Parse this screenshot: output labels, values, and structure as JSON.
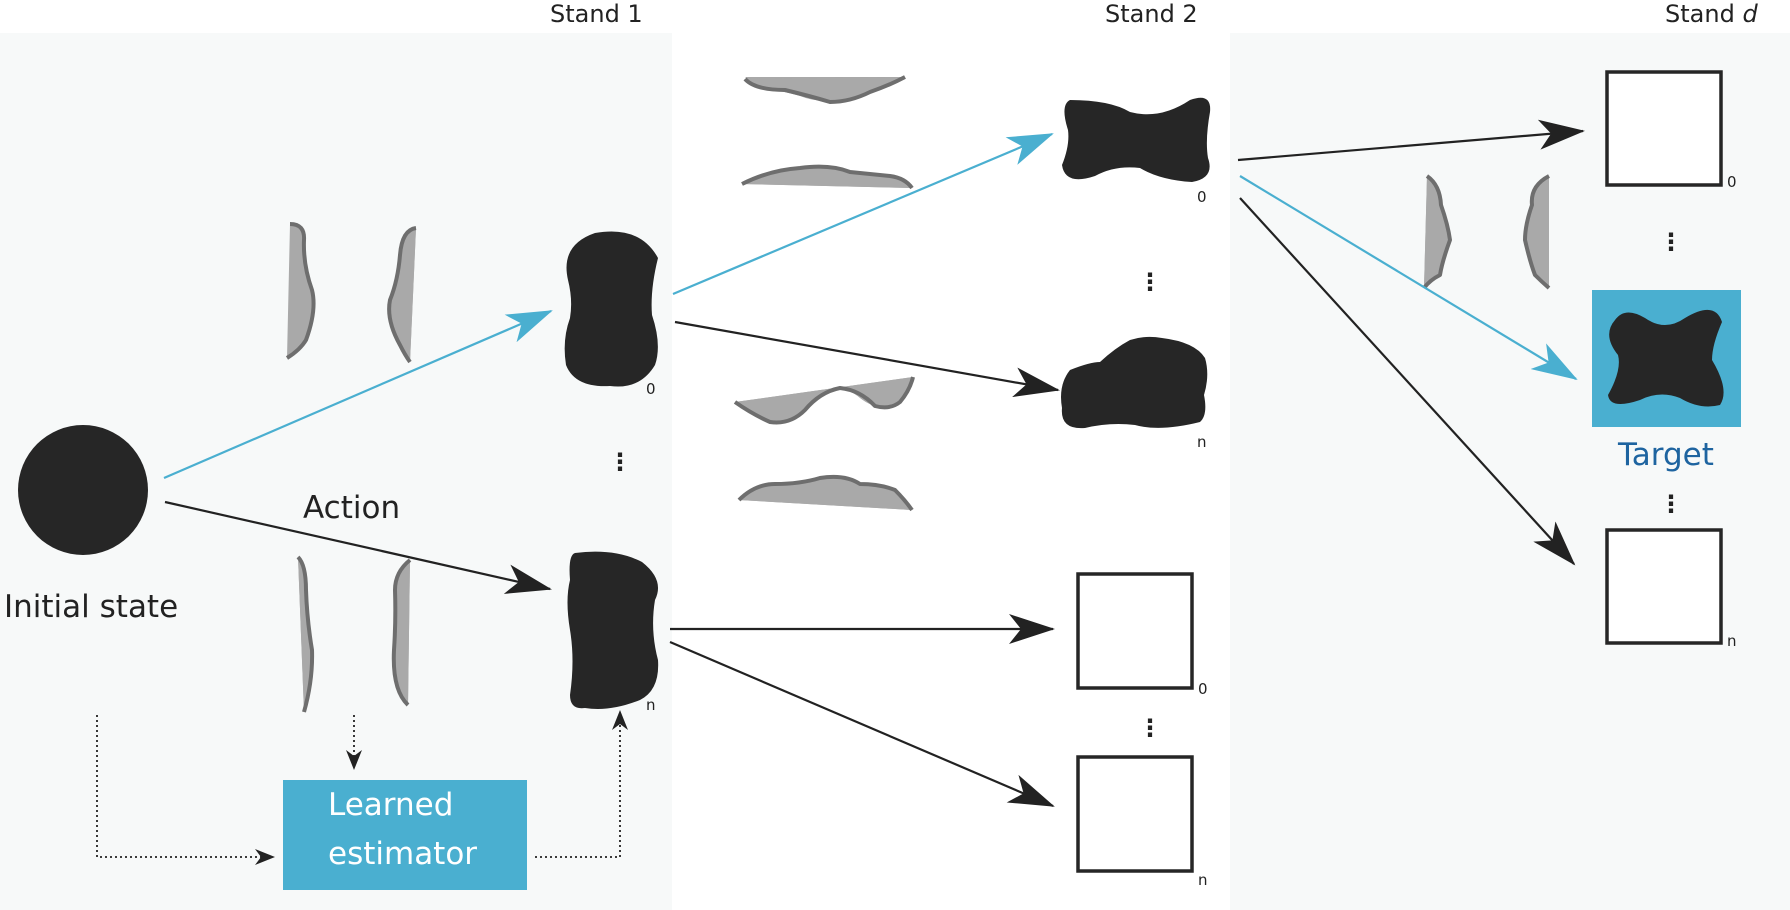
{
  "stands": {
    "stand1": "Stand 1",
    "stand2": "Stand  2",
    "standd_prefix": "Stand ",
    "standd_var": "d"
  },
  "labels": {
    "initial_state": "Initial state",
    "action": "Action",
    "estimator_line1": "Learned",
    "estimator_line2": "estimator",
    "target": "Target"
  },
  "indices": {
    "zero": "0",
    "n": "n"
  },
  "ellipsis": "⋮",
  "colors": {
    "accent_blue": "#4aafd0",
    "dark_shape": "#262626",
    "panel_bg": "#f7f9f9",
    "roll_fill": "#a9a9a9",
    "roll_edge": "#6e6e6e",
    "target_text": "#1e64a0"
  }
}
